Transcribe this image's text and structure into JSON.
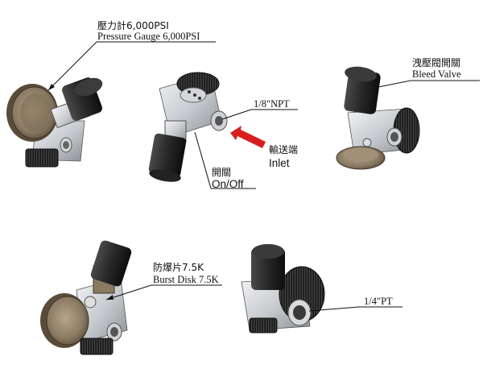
{
  "labels": {
    "pressure_gauge": {
      "zh": "壓力計6,000PSI",
      "en": "Pressure Gauge 6,000PSI"
    },
    "npt": {
      "en": "1/8\"NPT"
    },
    "inlet": {
      "zh": "輸送端",
      "en": "Inlet"
    },
    "on_off": {
      "zh": "開關",
      "en": "On/Off"
    },
    "bleed_valve": {
      "zh": "洩壓閥開關",
      "en": "Bleed Valve"
    },
    "burst_disk": {
      "zh": "防爆片7.5K",
      "en": "Burst Disk 7.5K"
    },
    "pt": {
      "en": "1/4\"PT"
    }
  },
  "colors": {
    "body_metal": "#c9ccd0",
    "knob_black": "#2a2a2a",
    "gauge_bronze": "#8a7a62",
    "arrow_red": "#d81f1f"
  }
}
